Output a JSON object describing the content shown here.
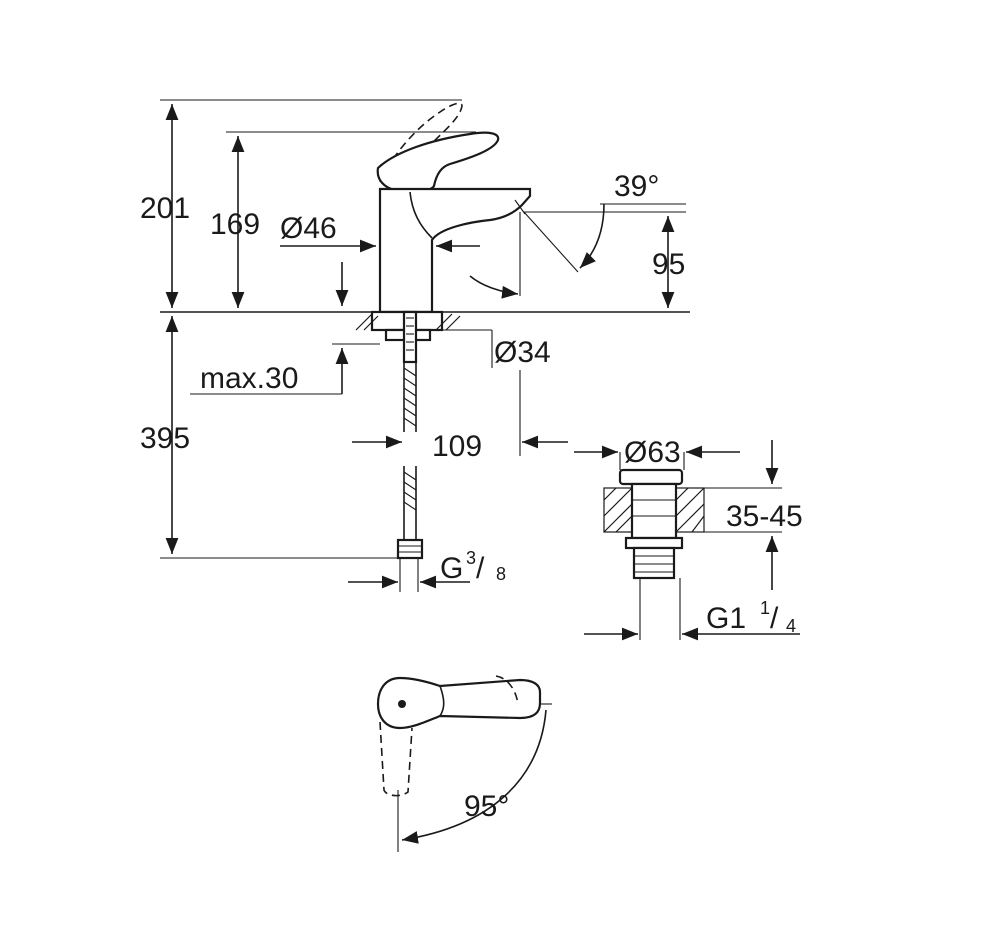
{
  "dimensions": {
    "total_height": "201",
    "spout_height": "169",
    "body_diameter": "Ø46",
    "spout_angle": "39°",
    "spout_clearance": "95",
    "hole_diameter": "Ø34",
    "max_thickness": "max.30",
    "hose_length": "395",
    "spout_reach": "109",
    "connection_thread": "G",
    "connection_thread_num": "3",
    "connection_thread_den": "8",
    "waste_diameter": "Ø63",
    "waste_range": "35-45",
    "waste_thread": "G1",
    "waste_thread_num": "1",
    "waste_thread_den": "4",
    "lever_rotation": "95°"
  }
}
